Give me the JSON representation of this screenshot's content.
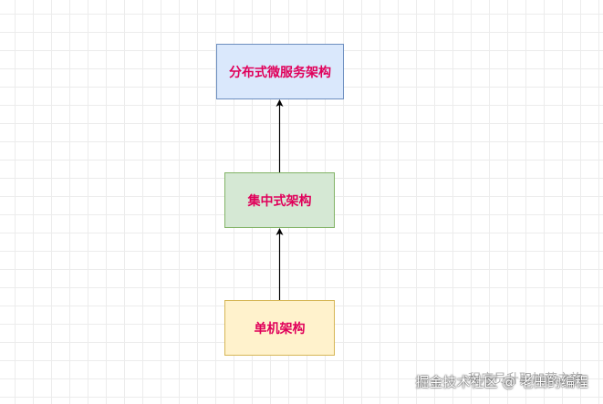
{
  "diagram": {
    "nodes": {
      "distributed": "分布式微服务架构",
      "centralized": "集中式架构",
      "standalone": "单机架构"
    },
    "edges": [
      {
        "from": "standalone",
        "to": "centralized"
      },
      {
        "from": "centralized",
        "to": "distributed"
      }
    ]
  },
  "colors": {
    "text": "#e0005a",
    "distributed_fill": "#dae8fc",
    "centralized_fill": "#d5e8d4",
    "standalone_fill": "#fff2cc",
    "arrow": "#000000"
  },
  "watermark": {
    "primary": "掘金技术社区 @ 老田的编程",
    "secondary": "程序员升职加薪之旅"
  }
}
